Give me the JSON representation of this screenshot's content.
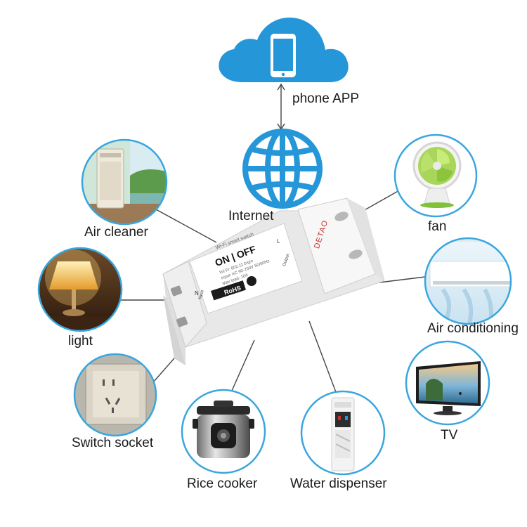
{
  "labels": {
    "phone_app": "phone APP",
    "internet": "Internet",
    "air_cleaner": "Air cleaner",
    "fan": "fan",
    "light": "light",
    "air_conditioning": "Air conditioning",
    "switch_socket": "Switch socket",
    "tv": "TV",
    "rice_cooker": "Rice cooker",
    "water_dispenser": "Water dispenser"
  },
  "device": {
    "brand": "DETAO",
    "title": "Wi-Fi smart switch",
    "on_off": "ON | OFF",
    "spec_1": "Wi-Fi: 802.11 b/g/n",
    "spec_2": "Input: AC 90-250V 50/60Hz",
    "spec_3": "Max load: 10A",
    "rohs": "RoHS",
    "input_tag": "Input",
    "output_tag": "Output",
    "n": "N",
    "l": "L"
  },
  "colors": {
    "accent_blue": "#2596d8",
    "ring_blue": "#39a6de",
    "line_gray": "#444444",
    "device_white": "#f2f2f2",
    "brand_red": "#c8302b"
  },
  "icons": {
    "cloud": "cloud-icon",
    "phone": "smartphone-icon",
    "globe": "globe-icon"
  }
}
